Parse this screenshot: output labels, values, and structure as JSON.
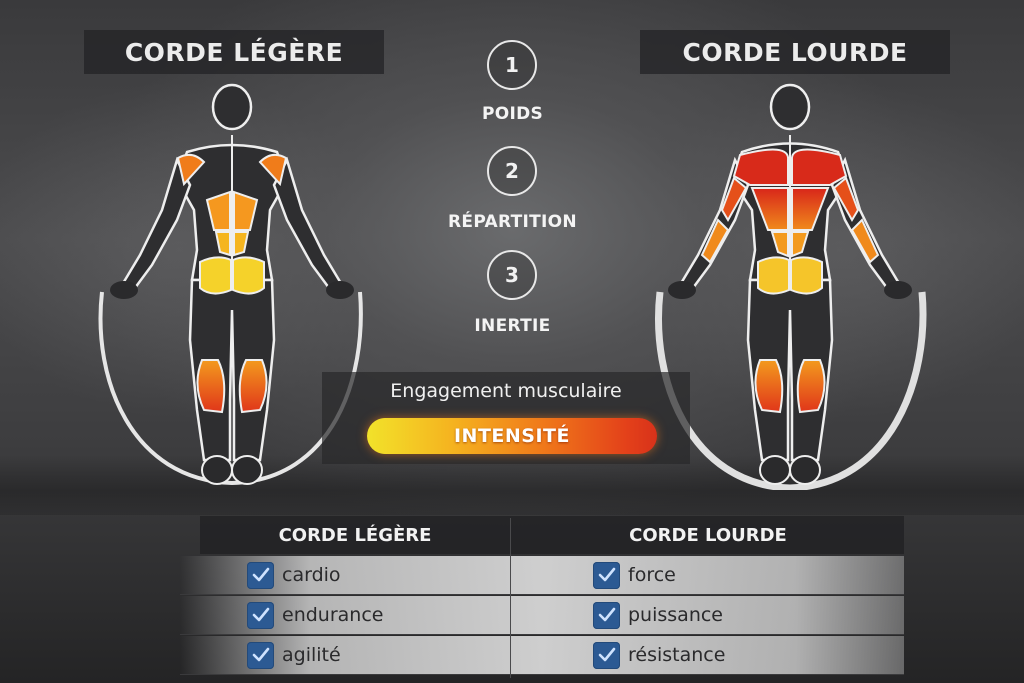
{
  "header": {
    "left_title": "CORDE LÉGÈRE",
    "right_title": "CORDE LOURDE"
  },
  "steps": [
    {
      "number": "1",
      "label": "POIDS"
    },
    {
      "number": "2",
      "label": "RÉPARTITION"
    },
    {
      "number": "3",
      "label": "INERTIE"
    }
  ],
  "figures": {
    "left": {
      "name": "corde-legere-figure",
      "highlighted_muscles": [
        "deltoids",
        "lats",
        "lower-back",
        "glutes",
        "calves"
      ]
    },
    "right": {
      "name": "corde-lourde-figure",
      "highlighted_muscles": [
        "trapezius",
        "deltoids",
        "triceps",
        "forearms",
        "lats",
        "lower-back",
        "glutes",
        "calves"
      ]
    }
  },
  "engagement": {
    "title": "Engagement musculaire",
    "bar_label": "INTENSITÉ",
    "gradient": [
      "#f2e22a",
      "#f5b21f",
      "#f07a1a",
      "#e3401a"
    ]
  },
  "comparison_table": {
    "headers": [
      "CORDE LÉGÈRE",
      "CORDE LOURDE"
    ],
    "rows": [
      {
        "left": "cardio",
        "right": "force"
      },
      {
        "left": "endurance",
        "right": "puissance"
      },
      {
        "left": "agilité",
        "right": "résistance"
      }
    ],
    "check_color": "#2c5a93"
  },
  "colors": {
    "yellow": "#f4d22a",
    "orange": "#f08a1c",
    "red": "#d9301c",
    "outline": "#f0f0f0",
    "body": "#2e2e30"
  }
}
